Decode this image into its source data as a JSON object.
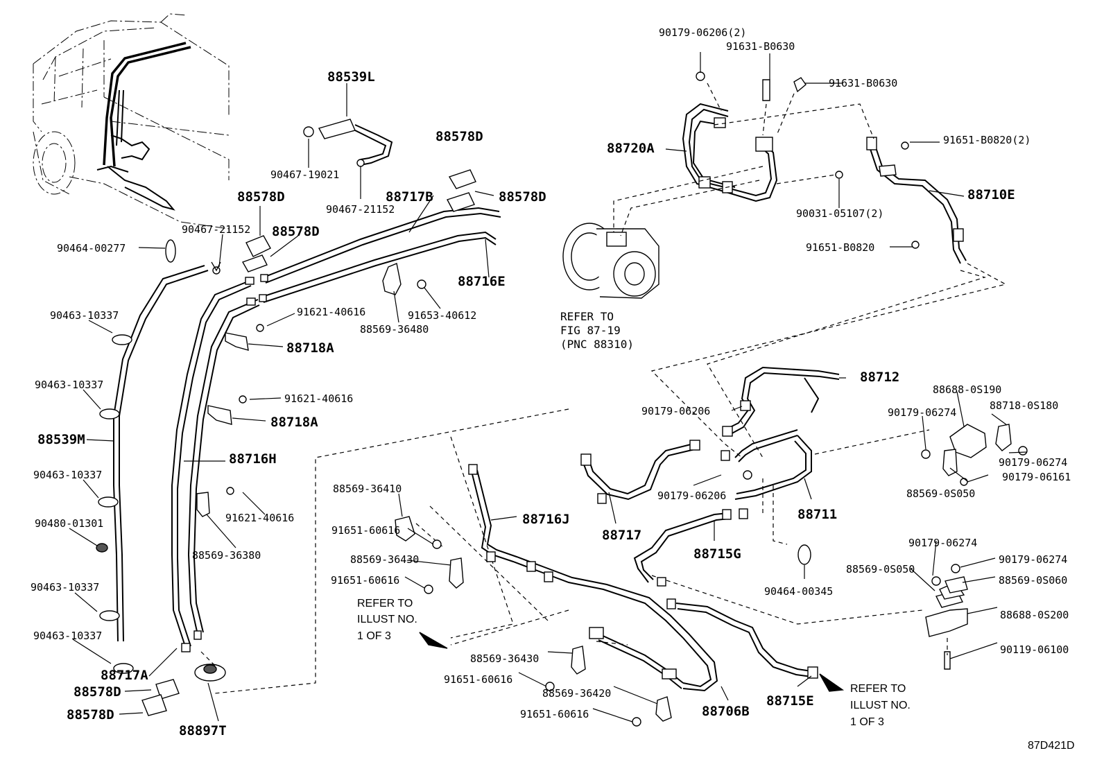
{
  "diagram": {
    "code": "87D421D",
    "refer_compressor": [
      "REFER TO",
      "FIG 87-19",
      "(PNC 88310)"
    ],
    "refer_illust_left": [
      "REFER TO",
      "ILLUST NO.",
      "1 OF 3"
    ],
    "refer_illust_right": [
      "REFER TO",
      "ILLUST NO.",
      "1 OF 3"
    ],
    "labels": {
      "p90179_06206_2": "90179-06206(2)",
      "p91631_b0630_a": "91631-B0630",
      "p91631_b0630_b": "91631-B0630",
      "p91651_b0820_2": "91651-B0820(2)",
      "p88720A": "88720A",
      "p88710E": "88710E",
      "p90031_05107_2": "90031-05107(2)",
      "p91651_b0820": "91651-B0820",
      "p88539L": "88539L",
      "p90467_19021": "90467-19021",
      "p90467_21152_a": "90467-21152",
      "p88578D_a": "88578D",
      "p88717B": "88717B",
      "p88578D_b": "88578D",
      "p88578D_c": "88578D",
      "p88578D_d": "88578D",
      "p90467_21152_b": "90467-21152",
      "p90464_00277": "90464-00277",
      "p88716E": "88716E",
      "p91653_40612": "91653-40612",
      "p88569_36480": "88569-36480",
      "p91621_40616_a": "91621-40616",
      "p88718A_a": "88718A",
      "p90463_10337_a": "90463-10337",
      "p90463_10337_b": "90463-10337",
      "p91621_40616_b": "91621-40616",
      "p88718A_b": "88718A",
      "p88539M": "88539M",
      "p88716H": "88716H",
      "p90463_10337_c": "90463-10337",
      "p91621_40616_c": "91621-40616",
      "p90480_01301": "90480-01301",
      "p88569_36380": "88569-36380",
      "p90463_10337_d": "90463-10337",
      "p90463_10337_e": "90463-10337",
      "p88717A": "88717A",
      "p88578D_e": "88578D",
      "p88578D_f": "88578D",
      "p88897T": "88897T",
      "p88712": "88712",
      "p90179_06206_a": "90179-06206",
      "p88688_0s190": "88688-0S190",
      "p90179_06274_a": "90179-06274",
      "p88718_0s180": "88718-0S180",
      "p90179_06274_b": "90179-06274",
      "p90179_06161": "90179-06161",
      "p88569_0s050_a": "88569-0S050",
      "p90179_06206_b": "90179-06206",
      "p88711": "88711",
      "p88717": "88717",
      "p88715G": "88715G",
      "p90464_00345": "90464-00345",
      "p88569_36410": "88569-36410",
      "p91651_60616_a": "91651-60616",
      "p88716J": "88716J",
      "p88569_36430_a": "88569-36430",
      "p91651_60616_b": "91651-60616",
      "p88569_36430_b": "88569-36430",
      "p91651_60616_c": "91651-60616",
      "p88569_36420": "88569-36420",
      "p91651_60616_d": "91651-60616",
      "p88706B": "88706B",
      "p88715E": "88715E",
      "p90179_06274_c": "90179-06274",
      "p90179_06274_d": "90179-06274",
      "p88569_0s050_b": "88569-0S050",
      "p88569_0s060": "88569-0S060",
      "p88688_0s200": "88688-0S200",
      "p90119_06100": "90119-06100"
    }
  }
}
